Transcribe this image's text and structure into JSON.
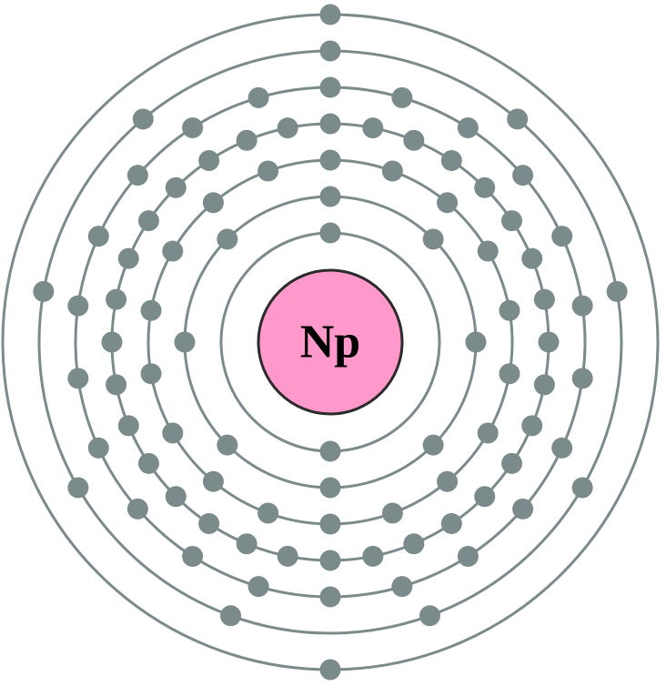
{
  "element": {
    "symbol": "Np",
    "nucleus_color": "#ff99cc",
    "shell_color": "#7b8a8b"
  },
  "shells": [
    {
      "electrons": 2
    },
    {
      "electrons": 8
    },
    {
      "electrons": 18
    },
    {
      "electrons": 32
    },
    {
      "electrons": 22
    },
    {
      "electrons": 9
    },
    {
      "electrons": 2
    }
  ]
}
